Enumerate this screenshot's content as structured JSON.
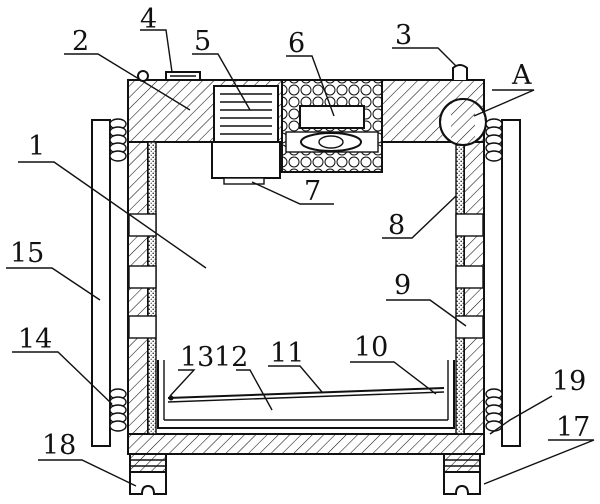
{
  "figure": {
    "labels": {
      "n1": "1",
      "n2": "2",
      "n3": "3",
      "n4": "4",
      "n5": "5",
      "n6": "6",
      "n7": "7",
      "n8": "8",
      "n9": "9",
      "n10": "10",
      "n11": "11",
      "n12": "12",
      "n13": "13",
      "n14": "14",
      "n15": "15",
      "n17": "17",
      "n18": "18",
      "n19": "19",
      "a": "A"
    }
  }
}
